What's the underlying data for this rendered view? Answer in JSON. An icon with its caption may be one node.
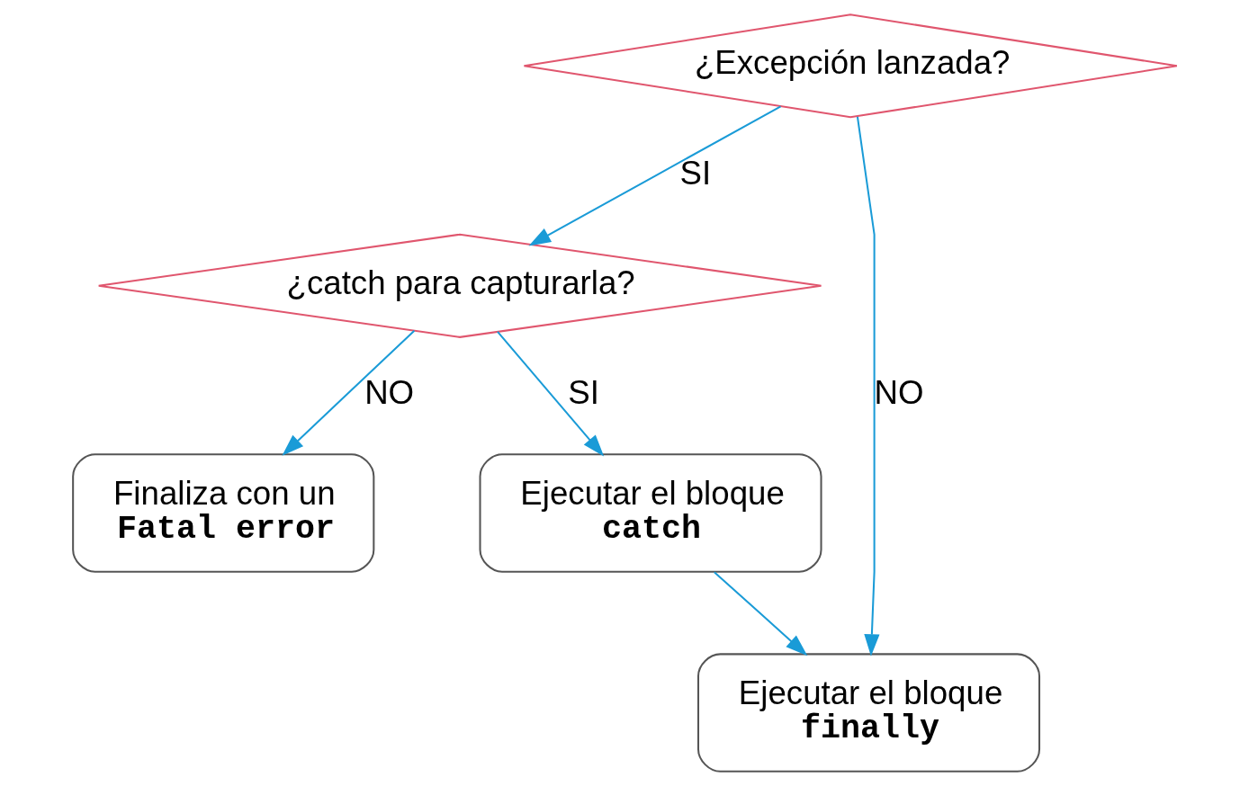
{
  "diagram": {
    "nodes": [
      {
        "text": [
          "¿Excepción lanzada?"
        ]
      },
      {
        "text": [
          "¿catch para capturarla?"
        ]
      },
      {
        "text": [
          "Finaliza con un",
          "Fatal error"
        ]
      },
      {
        "text": [
          "Ejecutar el bloque",
          "catch"
        ]
      },
      {
        "text": [
          "Ejecutar el bloque",
          "finally"
        ]
      }
    ],
    "edges": [
      {
        "from": 0,
        "to": 1,
        "arrow": "to",
        "label": "SI"
      },
      {
        "from": 0,
        "to": 4,
        "arrow": "to",
        "label": "NO"
      },
      {
        "from": 1,
        "to": 2,
        "arrow": "to",
        "label": "NO"
      },
      {
        "from": 1,
        "to": 3,
        "arrow": "to",
        "label": "SI"
      },
      {
        "from": 3,
        "to": 4,
        "arrow": "to"
      }
    ]
  }
}
